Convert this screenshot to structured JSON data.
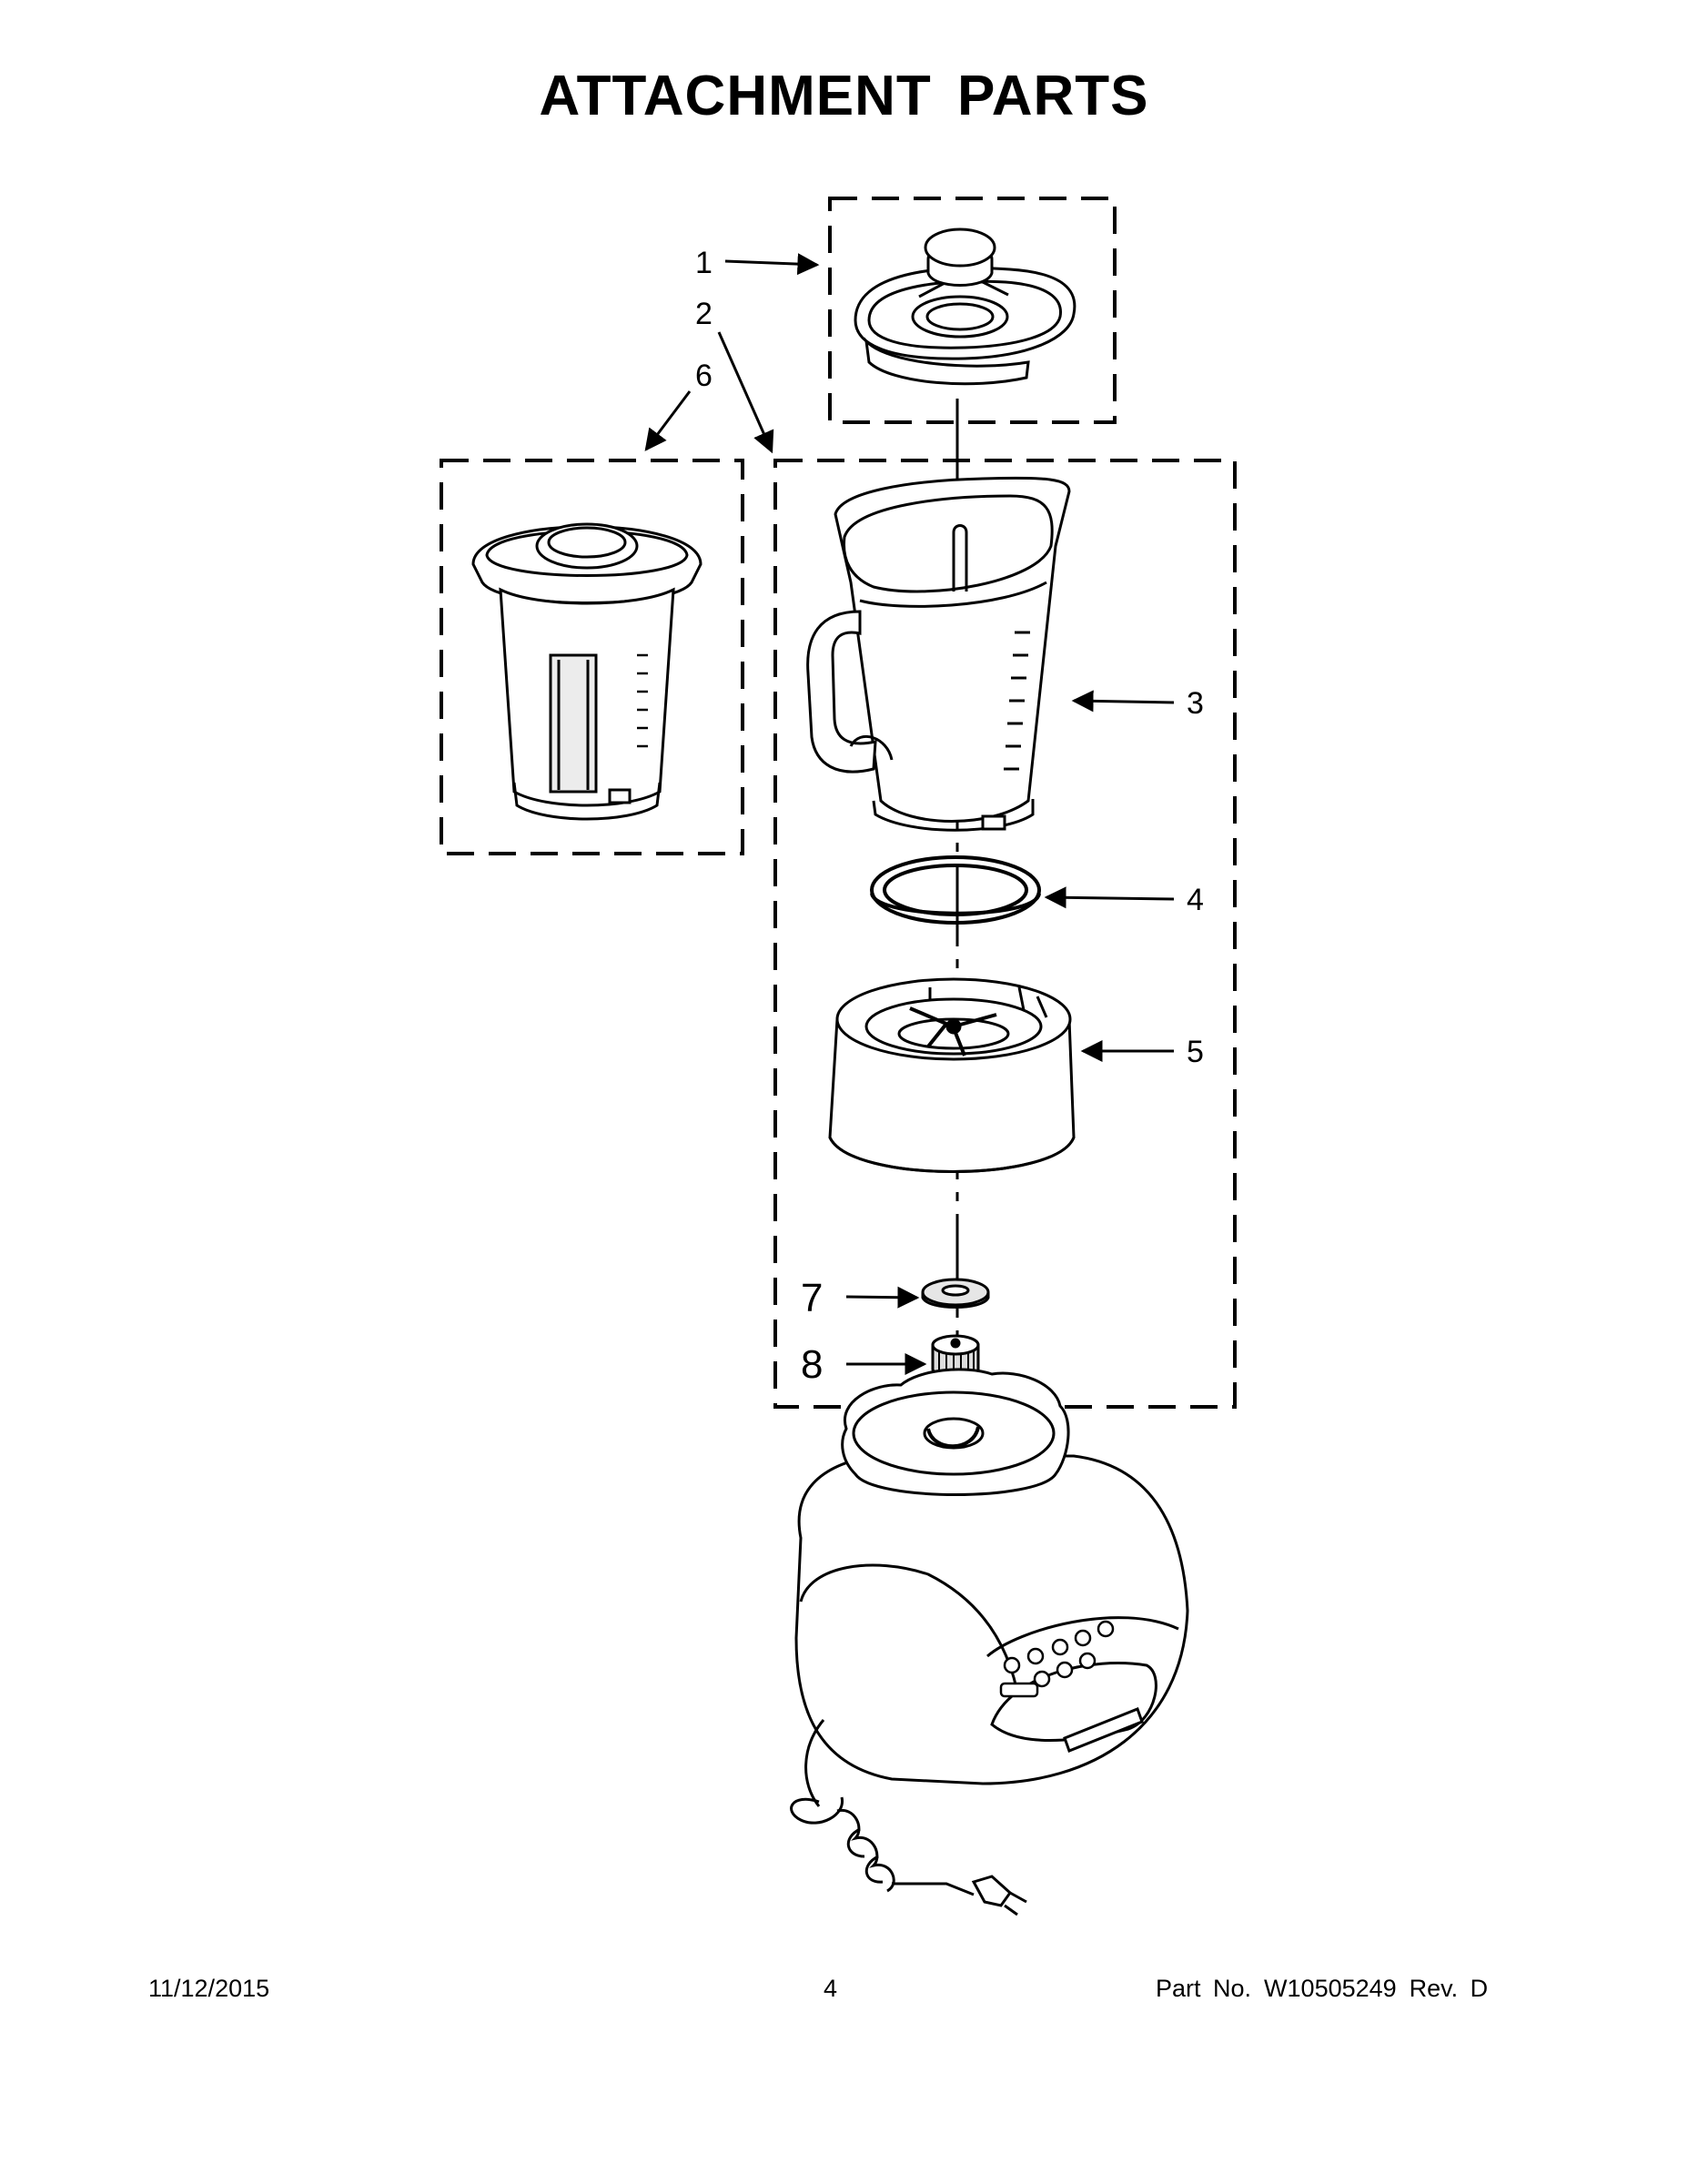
{
  "page": {
    "title": "ATTACHMENT PARTS"
  },
  "callouts": {
    "c1": "1",
    "c2": "2",
    "c3": "3",
    "c4": "4",
    "c5": "5",
    "c6": "6",
    "c7": "7",
    "c8": "8"
  },
  "footer": {
    "date": "11/12/2015",
    "page_number": "4",
    "part_label": "Part No.",
    "part_number": "W10505249",
    "revision": "Rev.  D"
  },
  "colors": {
    "ink": "#000000",
    "paper": "#ffffff",
    "shade": "#e6e6e6"
  }
}
